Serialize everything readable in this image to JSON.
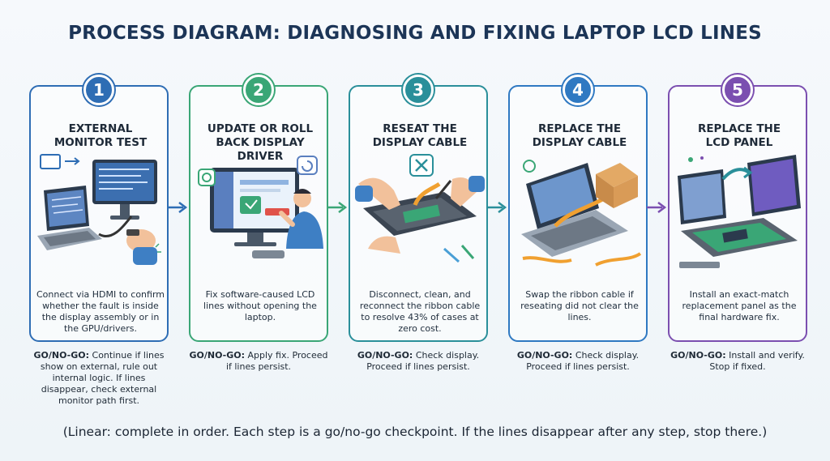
{
  "title": "PROCESS DIAGRAM: DIAGNOSING AND FIXING LAPTOP LCD LINES",
  "steps": [
    {
      "number": "1",
      "title_line1": "EXTERNAL",
      "title_line2": "MONITOR TEST",
      "description": "Connect via HDMI to confirm whether the fault is inside the display assembly or in the GPU/drivers.",
      "gonogo_label": "GO/NO-GO:",
      "gonogo_text": " Continue if lines show on external, rule out internal logic. If lines disappear, check external monitor path first.",
      "color": "#2e6db4",
      "icon": "laptop-hdmi-monitor-illustration"
    },
    {
      "number": "2",
      "title_line1": "UPDATE OR ROLL",
      "title_line2": "BACK DISPLAY DRIVER",
      "description": "Fix software-caused LCD lines without opening the laptop.",
      "gonogo_label": "GO/NO-GO:",
      "gonogo_text": " Apply fix. Proceed if lines persist.",
      "color": "#3aa676",
      "icon": "driver-update-illustration"
    },
    {
      "number": "3",
      "title_line1": "RESEAT THE",
      "title_line2": "DISPLAY CABLE",
      "description": "Disconnect, clean, and reconnect the ribbon cable to resolve 43% of cases at zero cost.",
      "gonogo_label": "GO/NO-GO:",
      "gonogo_text": " Check display. Proceed if lines persist.",
      "color": "#2a8f9a",
      "icon": "reseat-cable-illustration"
    },
    {
      "number": "4",
      "title_line1": "REPLACE THE",
      "title_line2": "DISPLAY CABLE",
      "description": "Swap the ribbon cable if reseating did not clear the lines.",
      "gonogo_label": "GO/NO-GO:",
      "gonogo_text": " Check display. Proceed if lines persist.",
      "color": "#2f79c2",
      "icon": "replace-cable-illustration"
    },
    {
      "number": "5",
      "title_line1": "REPLACE THE",
      "title_line2": "LCD PANEL",
      "description": "Install an exact-match replacement panel as the final hardware fix.",
      "gonogo_label": "GO/NO-GO:",
      "gonogo_text": " Install and verify. Stop if fixed.",
      "color": "#7b4fb0",
      "icon": "replace-panel-illustration"
    }
  ],
  "footer": "(Linear: complete in order. Each step is a go/no-go checkpoint. If the lines disappear after any step, stop there.)"
}
